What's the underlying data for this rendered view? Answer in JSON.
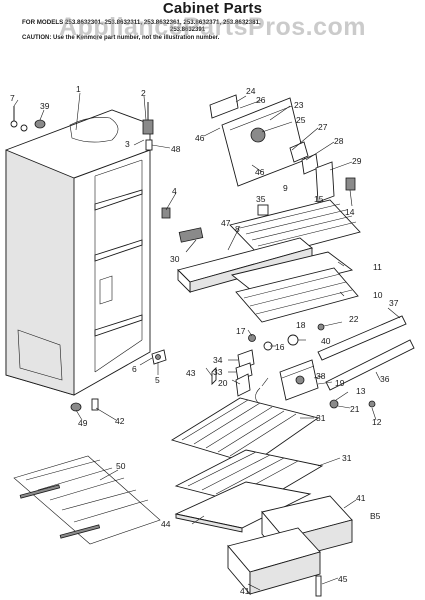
{
  "header": {
    "title": "Cabinet Parts",
    "models_line": "FOR MODELS 253.8632301, 253.8632311, 253.8632361, 253.8632371, 253.8632381,",
    "models_line2": "253.8632391",
    "caution": "CAUTION: Use the Kenmore part number, not the illustration number."
  },
  "watermark": "AppliancePartsPros.com",
  "callouts": [
    "1",
    "2",
    "3",
    "4",
    "5",
    "6",
    "7",
    "8",
    "9",
    "10",
    "11",
    "12",
    "13",
    "14",
    "15",
    "16",
    "17",
    "18",
    "19",
    "20",
    "21",
    "22",
    "23",
    "24",
    "25",
    "26",
    "27",
    "28",
    "29",
    "30",
    "31",
    "31",
    "33",
    "34",
    "35",
    "36",
    "37",
    "38",
    "39",
    "40",
    "41",
    "41",
    "42",
    "43",
    "44",
    "45",
    "46",
    "46",
    "47",
    "48",
    "49",
    "50",
    "B5"
  ]
}
